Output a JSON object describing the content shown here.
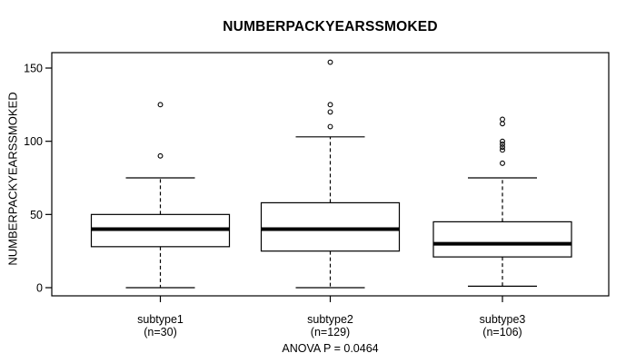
{
  "figure": {
    "title": "NUMBERPACKYEARSSMOKED",
    "annotation": "ANOVA P = 0.0464"
  },
  "chart_data": {
    "type": "boxplot",
    "title": "NUMBERPACKYEARSSMOKED",
    "xlabel": "",
    "ylabel": "NUMBERPACKYEARSSMOKED",
    "ylim": [
      0,
      155
    ],
    "yticks": [
      0,
      50,
      100,
      150
    ],
    "grid": false,
    "legend": null,
    "annotation": "ANOVA P = 0.0464",
    "line_color": "#000000",
    "box_fill": "#ffffff",
    "groups": [
      {
        "label": "subtype1",
        "sublabel": "(n=30)",
        "n": 30,
        "whisker_low": 0,
        "q1": 28,
        "median": 40,
        "q3": 50,
        "whisker_high": 75,
        "outliers": [
          90,
          125
        ]
      },
      {
        "label": "subtype2",
        "sublabel": "(n=129)",
        "n": 129,
        "whisker_low": 0,
        "q1": 25,
        "median": 40,
        "q3": 58,
        "whisker_high": 103,
        "outliers": [
          110,
          120,
          125,
          154
        ]
      },
      {
        "label": "subtype3",
        "sublabel": "(n=106)",
        "n": 106,
        "whisker_low": 1,
        "q1": 21,
        "median": 30,
        "q3": 45,
        "whisker_high": 75,
        "outliers": [
          85,
          94,
          96,
          98,
          100,
          112,
          115
        ]
      }
    ]
  }
}
